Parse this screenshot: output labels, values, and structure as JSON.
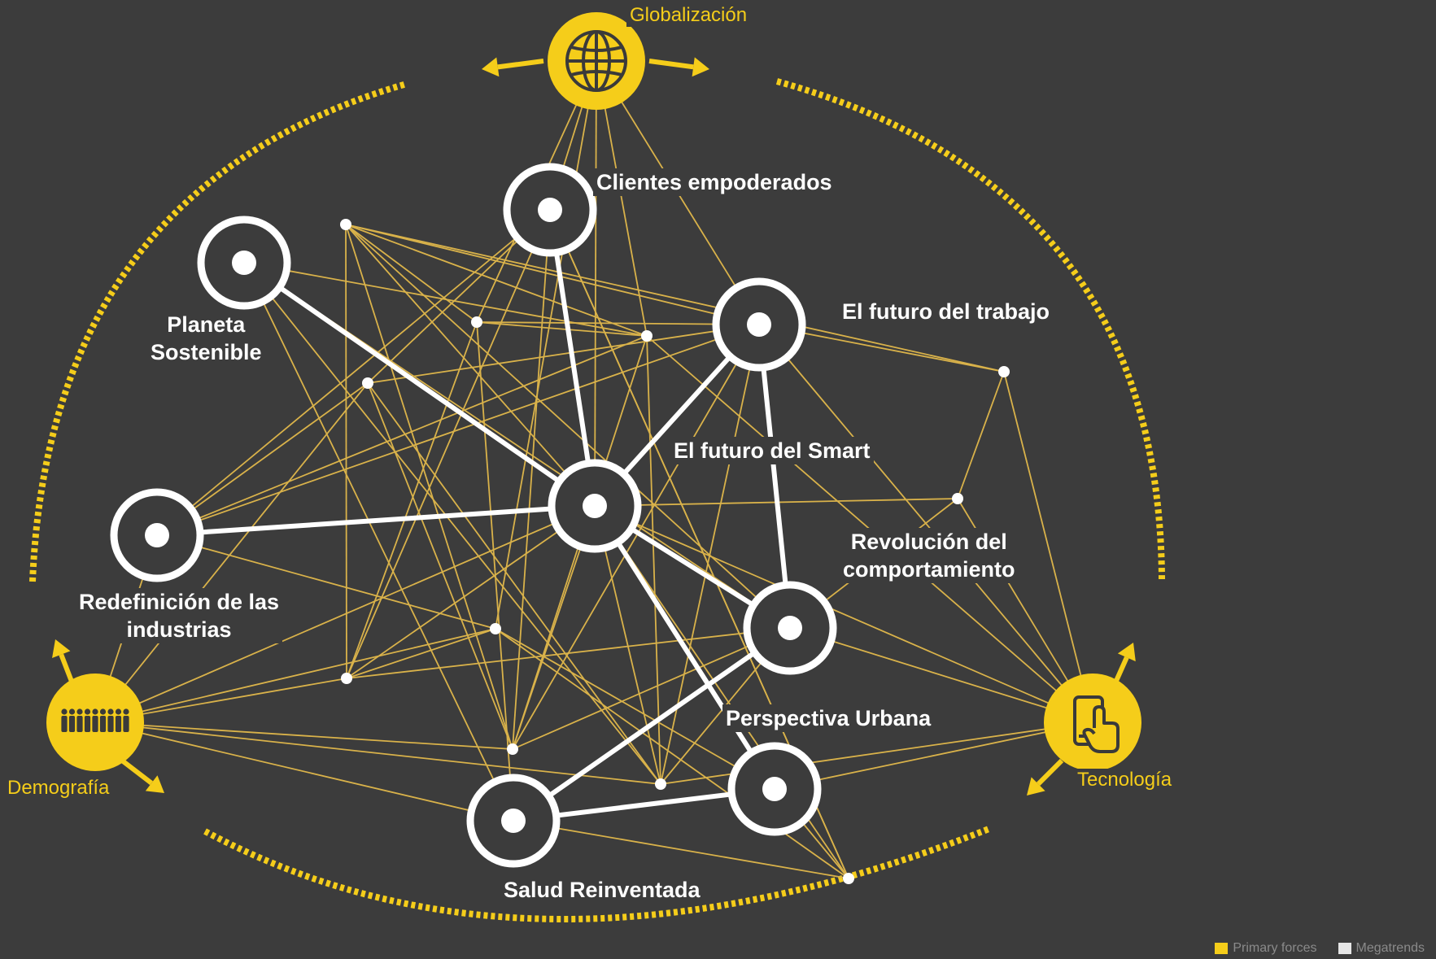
{
  "primary_forces": {
    "globalizacion": {
      "label": "Globalización",
      "icon": "globe-icon"
    },
    "demografia": {
      "label": "Demografía",
      "icon": "people-icon"
    },
    "tecnologia": {
      "label": "Tecnología",
      "icon": "touch-phone-icon"
    }
  },
  "megatrends": {
    "clientes": "Clientes empoderados",
    "trabajo": "El futuro del trabajo",
    "planeta_line1": "Planeta",
    "planeta_line2": "Sostenible",
    "smart": "El futuro del Smart",
    "redefinicion_line1": "Redefinición de las",
    "redefinicion_line2": "industrias",
    "revolucion_line1": "Revolución del",
    "revolucion_line2": "comportamiento",
    "urbana": "Perspectiva Urbana",
    "salud": "Salud Reinventada"
  },
  "legend": {
    "primary": "Primary forces",
    "megatrends": "Megatrends"
  },
  "colors": {
    "background": "#3c3c3c",
    "primary_force": "#f5cd1a",
    "connector": "#d9b24a",
    "megatrend": "#ffffff"
  }
}
